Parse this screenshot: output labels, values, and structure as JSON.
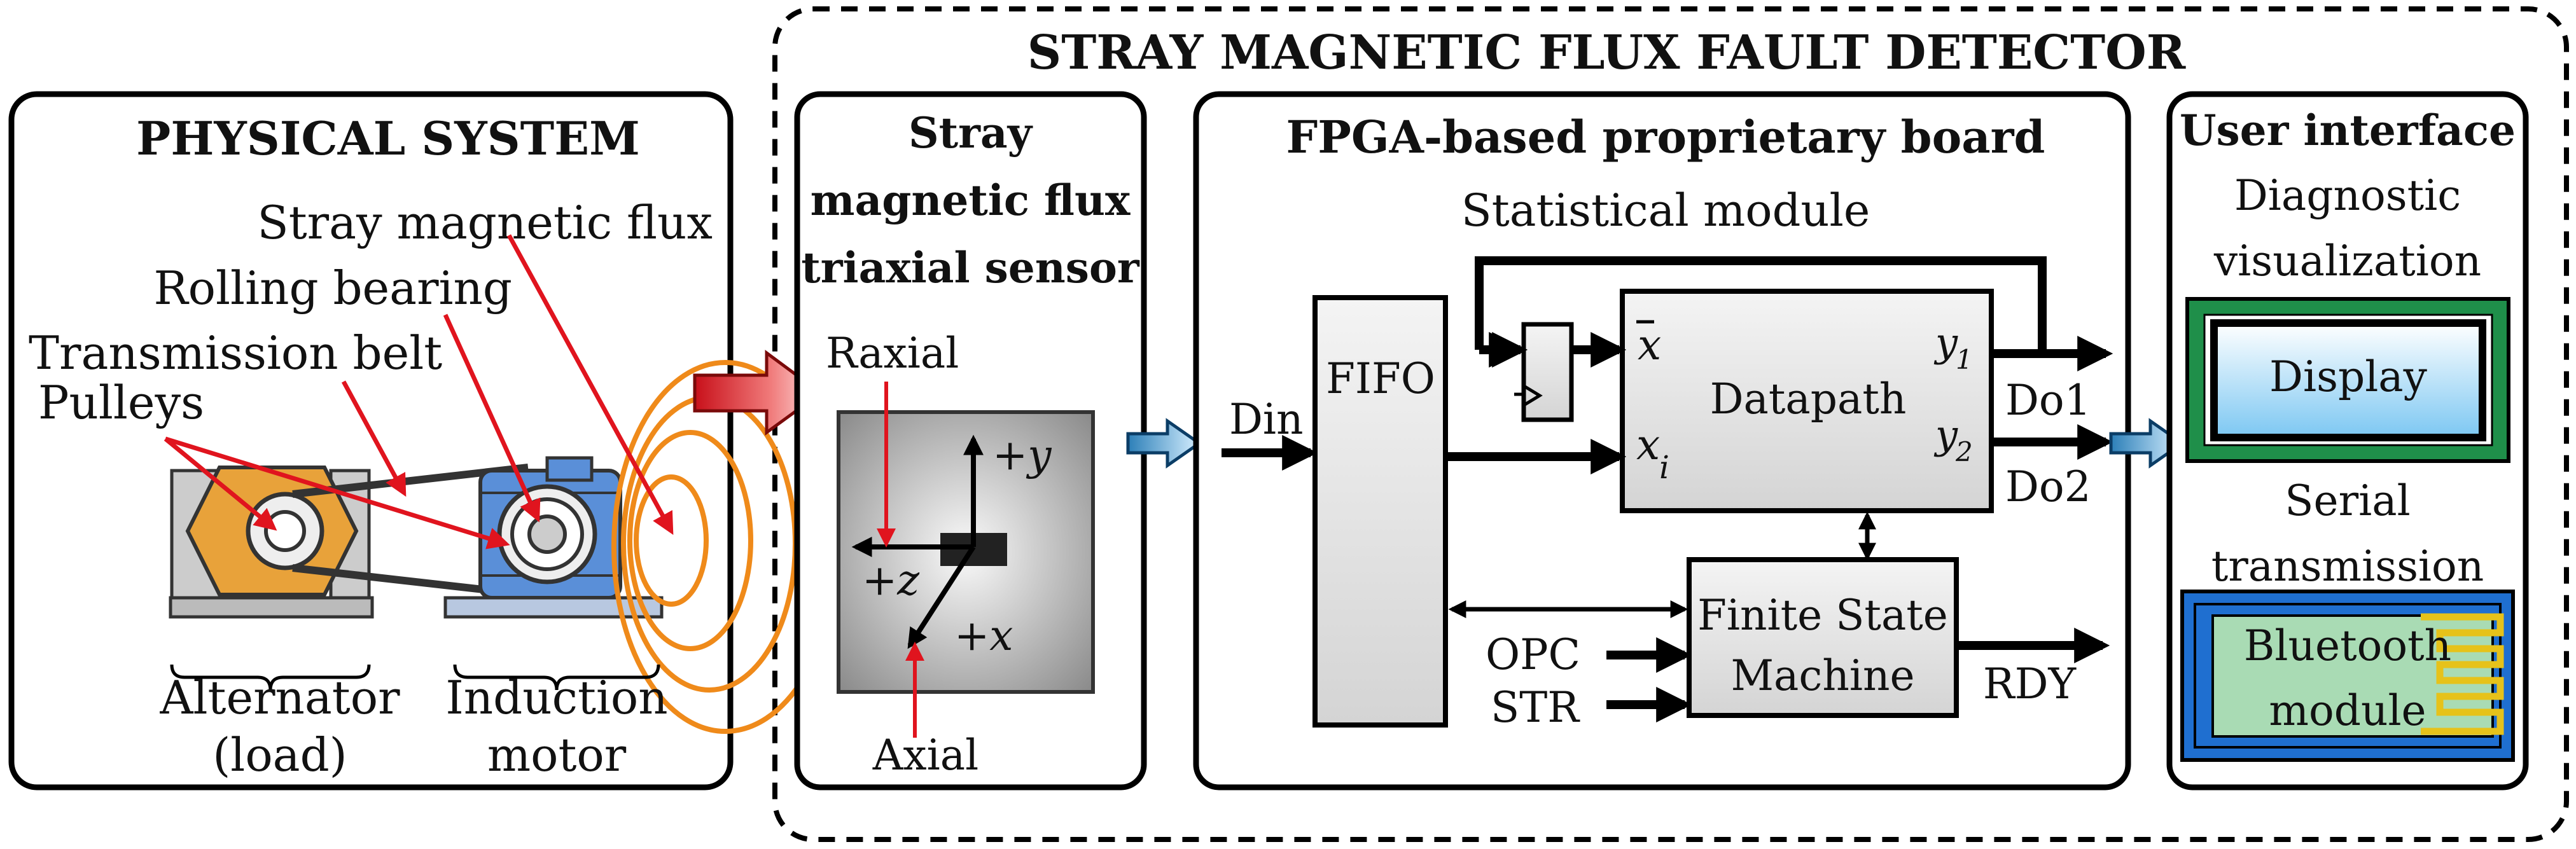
{
  "outer": {
    "title": "STRAY MAGNETIC FLUX FAULT DETECTOR"
  },
  "physical": {
    "title": "PHYSICAL SYSTEM",
    "labels": {
      "flux": "Stray magnetic flux",
      "bearing": "Rolling bearing",
      "belt": "Transmission belt",
      "pulleys": "Pulleys"
    },
    "alternator": {
      "line1": "Alternator",
      "line2": "(load)"
    },
    "motor": {
      "line1": "Induction",
      "line2": "motor"
    }
  },
  "sensor": {
    "title_lines": [
      "Stray",
      "magnetic flux",
      "triaxial sensor"
    ],
    "raxial": "Raxial",
    "axial": "Axial",
    "axes": {
      "y": "+y",
      "z": "+z",
      "x": "+x"
    }
  },
  "fpga": {
    "title": "FPGA-based proprietary board",
    "stat_module": "Statistical module",
    "fifo": "FIFO",
    "din": "Din",
    "datapath": "Datapath",
    "xbar": "x",
    "xi": "x",
    "xi_sub": "i",
    "y1": "y",
    "y1_sub": "1",
    "y2": "y",
    "y2_sub": "2",
    "do1": "Do1",
    "do2": "Do2",
    "fsm_line1": "Finite State",
    "fsm_line2": "Machine",
    "opc": "OPC",
    "str": "STR",
    "rdy": "RDY"
  },
  "ui": {
    "title": "User interface",
    "diag_line1": "Diagnostic",
    "diag_line2": "visualization",
    "display": "Display",
    "serial_line1": "Serial",
    "serial_line2": "transmission",
    "bt_line1": "Bluetooth",
    "bt_line2": "module"
  },
  "colors": {
    "pulley_gold": "#e8a23a",
    "motor_blue": "#5a8fd8",
    "flux_orange": "#ef8a1a",
    "annot_red": "#e0141e",
    "display_green": "#1f8f4a",
    "bt_blue": "#1f6fd0",
    "bt_green": "#a9dbb4",
    "antenna_yellow": "#e6c21a"
  }
}
